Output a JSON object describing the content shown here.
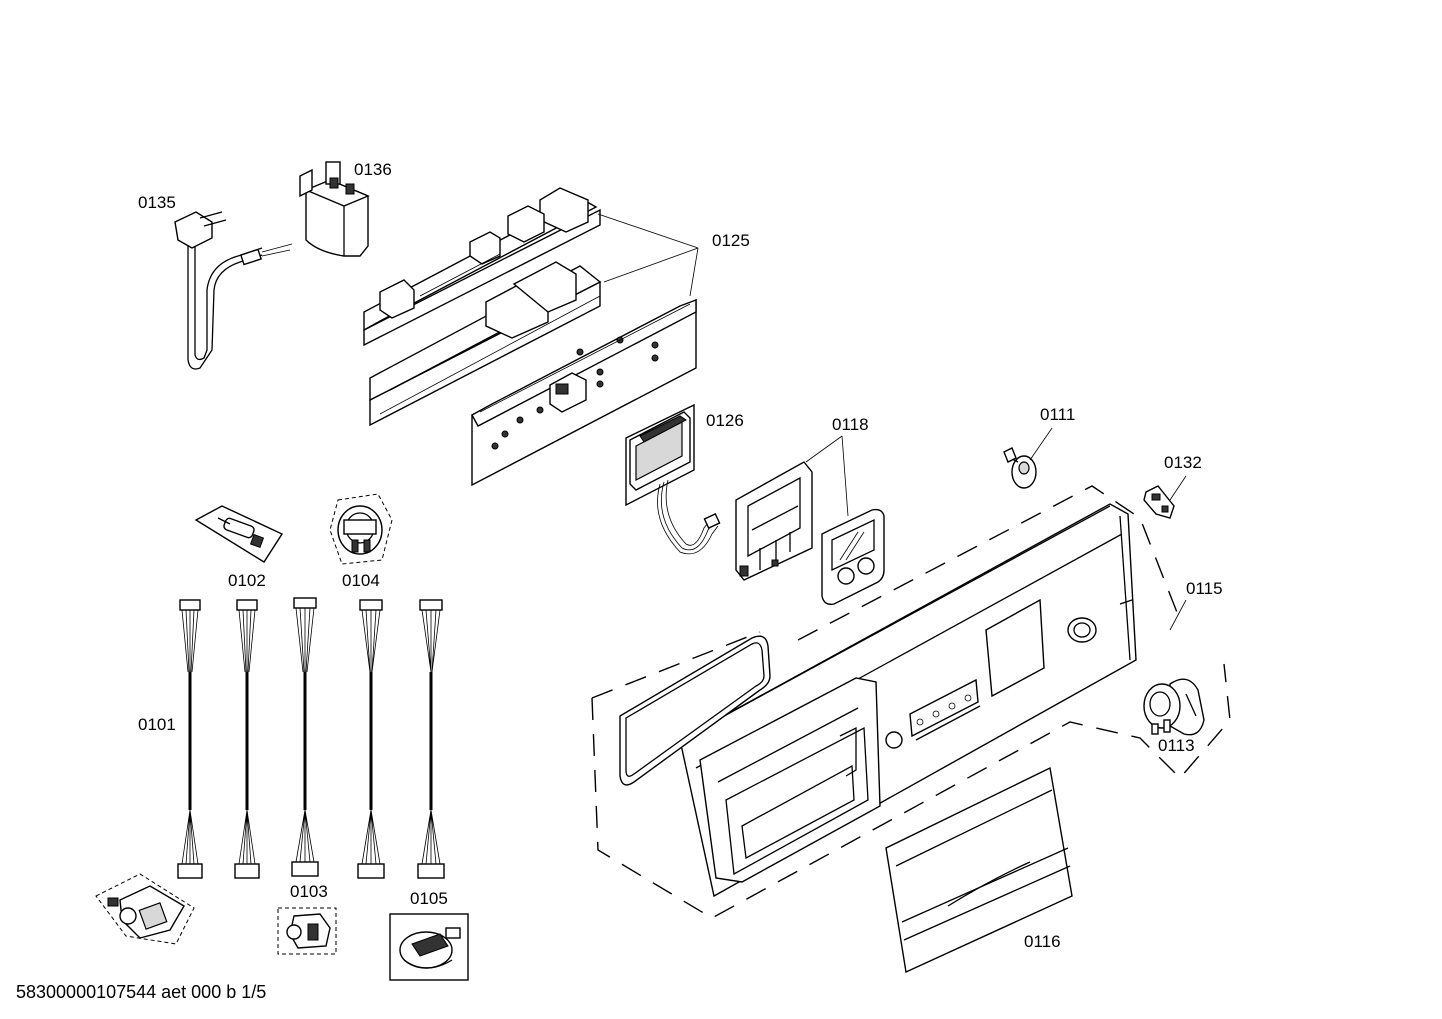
{
  "labels": {
    "p0135": "0135",
    "p0136": "0136",
    "p0125": "0125",
    "p0126": "0126",
    "p0118": "0118",
    "p0111": "0111",
    "p0132": "0132",
    "p0115": "0115",
    "p0113": "0113",
    "p0116": "0116",
    "p0102": "0102",
    "p0104": "0104",
    "p0101": "0101",
    "p0103": "0103",
    "p0105": "0105"
  },
  "footer": "58300000107544 aet 000 b 1/5"
}
